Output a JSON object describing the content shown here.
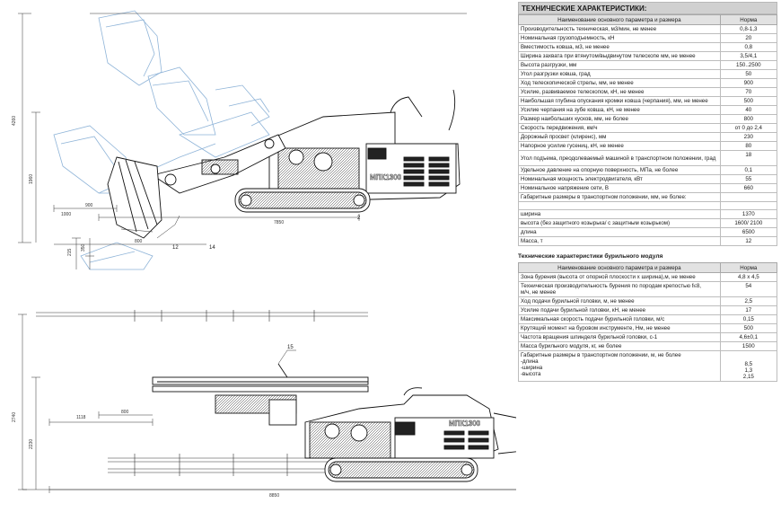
{
  "drawings": {
    "top_dims": {
      "height_total": "4260",
      "height_mid": "1960",
      "height_bucket": "1000",
      "reach": "900",
      "len": "7850",
      "low_a": "215",
      "low_b": "350",
      "low_c": "800"
    },
    "bottom_dims": {
      "height_total": "2740",
      "height_mid": "2230",
      "w1": "1118",
      "w2": "800",
      "len": "8850"
    },
    "callouts": {
      "top_12": "12",
      "top_14": "14",
      "top_2": "2",
      "bottom_15": "15"
    },
    "machine_label": "МПК1300"
  },
  "table1": {
    "title": "ТЕХНИЧЕСКИЕ ХАРАКТЕРИСТИКИ:",
    "headers": [
      "Наименование основного параметра и размера",
      "Норма"
    ],
    "rows": [
      [
        "Производительность техническая, м3/мин, не менее",
        "0,8-1,3"
      ],
      [
        "Номинальная грузоподъемность, кН",
        "20"
      ],
      [
        "Вместимость ковша, м3, не менее",
        "0,8"
      ],
      [
        "Ширина захвата при втянутом/выдвинутом телескопе мм, не менее",
        "3,5/4,1"
      ],
      [
        "Высота разгрузки, мм",
        "150..2500"
      ],
      [
        "Угол разгрузки ковша, град",
        "50"
      ],
      [
        "Ход телескопической стрелы, мм, не менее",
        "900"
      ],
      [
        "Усилие, развиваемое телескопом, кН, не менее",
        "70"
      ],
      [
        "Наибольшая глубина опускания кромки ковша (черпания), мм, не менее",
        "500"
      ],
      [
        "Усилие черпания на зубе ковша, кН, не менее",
        "40"
      ],
      [
        "Размер наибольших кусков, мм, не более",
        "800"
      ],
      [
        "Скорость передвижения, км/ч",
        "от 0 до 2,4"
      ],
      [
        "Дорожный просвет (клиренс), мм",
        "230"
      ],
      [
        "Напорное усилие гусениц, кН, не менее",
        "80"
      ]
    ],
    "row_angle": [
      "Угол подъема, преодолеваемый машиной в транспортном положении, град",
      "18"
    ],
    "rows_b": [
      [
        "Удельное давление на опорную поверхность, МПа, не более",
        "0,1"
      ],
      [
        "Номинальная мощность электродвигателя, кВт",
        "55"
      ],
      [
        "Номинальное напряжение сети, В",
        "660"
      ]
    ],
    "dims_header": "Габаритные размеры в транспортном положении, мм, не более:",
    "dims": [
      [
        "ширина",
        "1370"
      ],
      [
        "высота (без защитного козырька/ с защитным козырьком)",
        "1600/ 2100"
      ],
      [
        "длина",
        "6500"
      ],
      [
        "Масса, т",
        "12"
      ]
    ]
  },
  "table2": {
    "title": "Технические характеристики бурильного модуля",
    "headers": [
      "Наименование основного параметра и размера",
      "Норма"
    ],
    "row_zone": [
      "Зона бурения (высота от опорной плоскости х ширина),м, не менее",
      "4,8 х 4,5"
    ],
    "row_prod_1": "Техническая производительность бурения по породам крепостью f≤8,",
    "row_prod_2": "м/ч, не менее",
    "row_prod_v": "54",
    "rows": [
      [
        "Ход подачи бурильной головки, м, не менее",
        "2,5"
      ],
      [
        "Усилие подачи бурильной головки, кН, не менее",
        "17"
      ],
      [
        "Максимальная скорость подачи бурильной головки, м/с",
        "0,15"
      ],
      [
        "Крутящий момент на буровом инструменте, Нм, не менее",
        "500"
      ],
      [
        "Частота вращения шпинделя бурильной головки, с-1",
        "4,6±0,1"
      ],
      [
        "Масса бурильного модуля, кг, не более",
        "1500"
      ]
    ],
    "dims_header": "Габаритные размеры в транспортном положении, м, не более",
    "dims_labels": [
      "-длина",
      "-ширина",
      "-высота"
    ],
    "dims_values": [
      "8,5",
      "1,3",
      "2,15"
    ]
  }
}
